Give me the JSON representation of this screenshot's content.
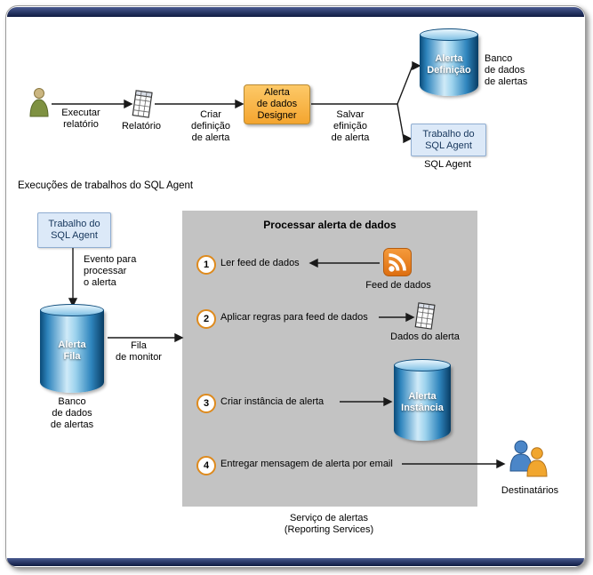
{
  "colors": {
    "accent_orange": "#f4a52f",
    "box_blue": "#dce9f8",
    "gray_panel": "#c3c3c3",
    "cylinder_blue": "#2f85bd",
    "bar_navy": "#0f1b42"
  },
  "top_flow": {
    "actor_label": "Executar\nrelatório",
    "report_label": "Relatório",
    "create_label": "Criar\ndefinição\nde alerta",
    "designer_label": "Alerta\nde dados\nDesigner",
    "save_label": "Salvar\nefinição\nde alerta",
    "definition_cylinder_label": "Alerta\nDefinição",
    "alert_db_label": "Banco\nde dados\nde alertas",
    "sql_job_label": "Trabalho do\nSQL Agent",
    "sql_agent_caption": "SQL Agent"
  },
  "section_heading": "Execuções de trabalhos do SQL Agent",
  "bottom_flow": {
    "sql_job_label": "Trabalho do\nSQL Agent",
    "event_label": "Evento para\nprocessar\no alerta",
    "queue_cylinder_label": "Alerta\nFila",
    "alert_db_label": "Banco\nde dados\nde alertas",
    "monitor_queue_label": "Fila\nde monitor"
  },
  "process_panel": {
    "title": "Processar alerta de dados",
    "steps": [
      {
        "num": "1",
        "label": "Ler feed de dados"
      },
      {
        "num": "2",
        "label": "Aplicar regras para feed de dados"
      },
      {
        "num": "3",
        "label": "Criar instância de alerta"
      },
      {
        "num": "4",
        "label": "Entregar mensagem de alerta por email"
      }
    ],
    "feed_label": "Feed de dados",
    "alert_data_label": "Dados do alerta",
    "instance_cylinder_label": "Alerta\nInstância",
    "recipients_label": "Destinatários",
    "caption": "Serviço de alertas\n(Reporting Services)"
  }
}
